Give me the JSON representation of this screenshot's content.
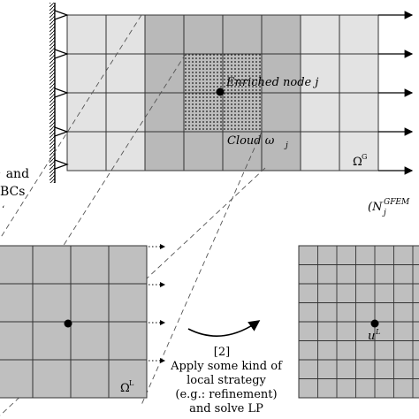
{
  "global": {
    "enriched_label": "Enriched node j",
    "cloud_label": "Cloud ω",
    "cloud_sub": "j",
    "domain_label": "Ω",
    "domain_sup": "G"
  },
  "left_text": {
    "line1": "• and",
    "line2": "BCs",
    "line3": "‘"
  },
  "right_text": {
    "prefix": "(N",
    "sub": "j",
    "sup": "GFEM"
  },
  "local_coarse": {
    "domain_label": "Ω",
    "domain_sup": "L"
  },
  "strategy": {
    "step": "[2]",
    "line1": "Apply some kind of",
    "line2": "local strategy",
    "line3": "(e.g.: refinement)",
    "line4": "and solve LP"
  },
  "local_fine": {
    "solution_label": "u",
    "solution_sup": "L"
  },
  "colors": {
    "light": "#e6e6e6",
    "medium": "#bdbdbd",
    "dark": "#a6a6a6",
    "line": "#333333"
  }
}
